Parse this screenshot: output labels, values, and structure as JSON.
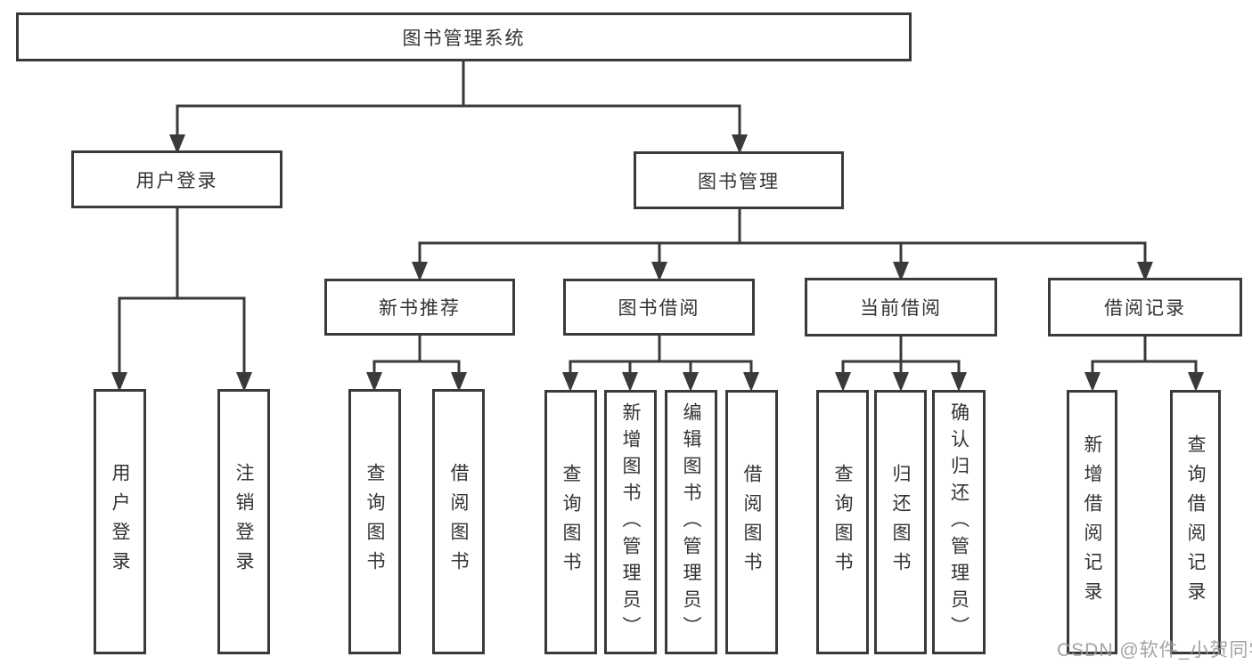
{
  "diagram_title": "图书管理系统",
  "nodes": {
    "root": "图书管理系统",
    "user_login": "用户登录",
    "book_management": "图书管理",
    "new_book_recommend": "新书推荐",
    "book_borrow": "图书借阅",
    "current_borrow": "当前借阅",
    "borrow_records": "借阅记录",
    "leaf_user_login": "用户登录",
    "leaf_logout": "注销登录",
    "leaf_query_book_recommend": "查询图书",
    "leaf_borrow_book_recommend": "借阅图书",
    "leaf_query_book_borrow": "查询图书",
    "leaf_add_book_admin": "新增图书（管理员）",
    "leaf_edit_book_admin": "编辑图书（管理员）",
    "leaf_borrow_book_borrow": "借阅图书",
    "leaf_query_book_current": "查询图书",
    "leaf_return_book": "归还图书",
    "leaf_confirm_return_admin": "确认归还（管理员）",
    "leaf_add_borrow_record": "新增借阅记录",
    "leaf_query_borrow_record": "查询借阅记录"
  },
  "watermark": "CSDN @软件_小贺同学",
  "colors": {
    "line": "#3a3a3a",
    "text": "#333333",
    "watermark": "#9a9a9a",
    "background": "#ffffff"
  }
}
